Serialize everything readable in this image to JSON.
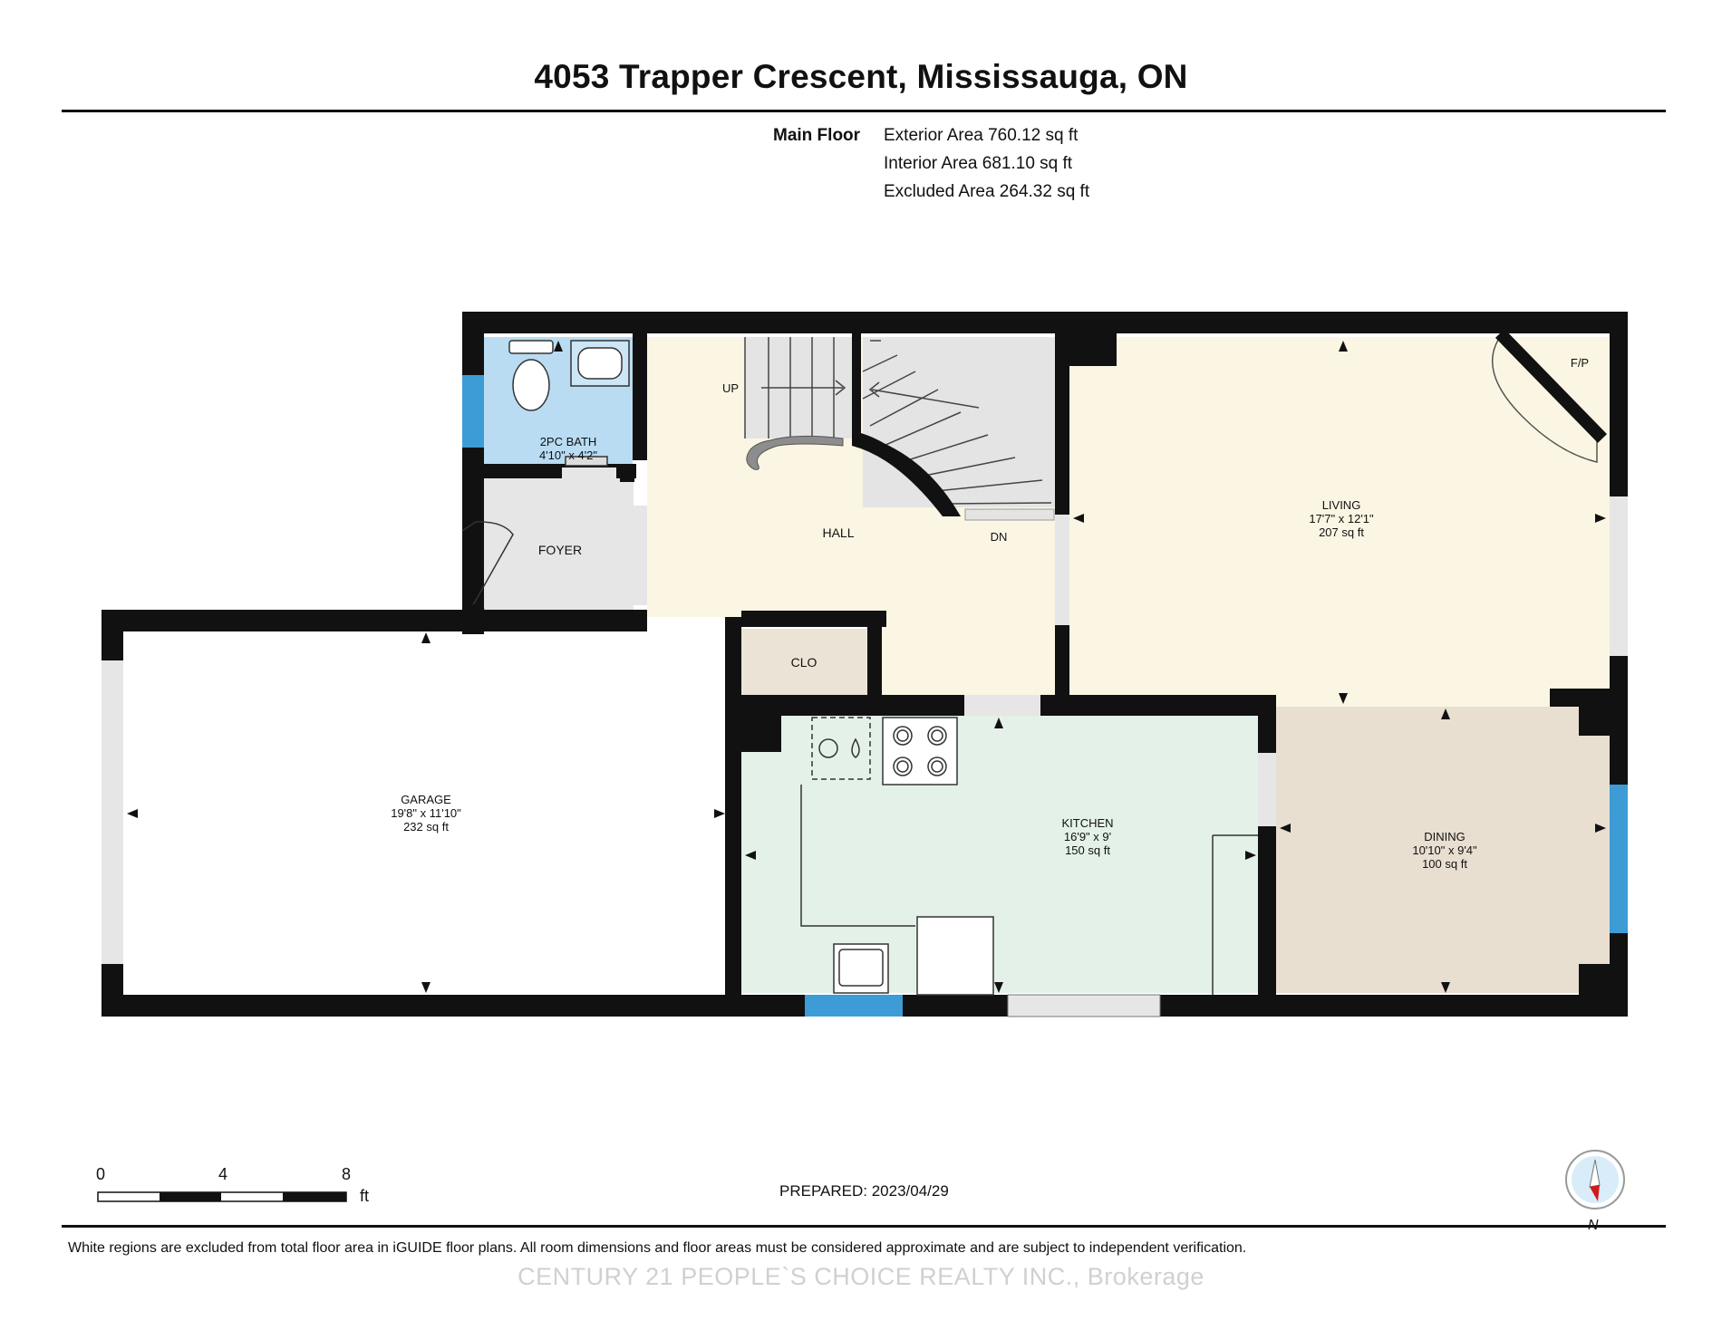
{
  "title": "4053 Trapper Crescent, Mississauga, ON",
  "floor": {
    "label": "Main Floor",
    "exterior_area": "Exterior Area 760.12 sq ft",
    "interior_area": "Interior Area 681.10 sq ft",
    "excluded_area": "Excluded Area 264.32 sq ft"
  },
  "rooms": {
    "bath": {
      "name": "2PC BATH",
      "dims": "4'10\" x 4'2\""
    },
    "foyer": {
      "name": "FOYER"
    },
    "hall": {
      "name": "HALL"
    },
    "up": "UP",
    "dn": "DN",
    "clo": {
      "name": "CLO"
    },
    "living": {
      "name": "LIVING",
      "dims": "17'7\" x 12'1\"",
      "area": "207 sq ft"
    },
    "fp": "F/P",
    "garage": {
      "name": "GARAGE",
      "dims": "19'8\" x 11'10\"",
      "area": "232 sq ft"
    },
    "kitchen": {
      "name": "KITCHEN",
      "dims": "16'9\" x 9'",
      "area": "150 sq ft"
    },
    "dining": {
      "name": "DINING",
      "dims": "10'10\" x 9'4\"",
      "area": "100 sq ft"
    }
  },
  "scale": {
    "ticks": [
      "0",
      "4",
      "8"
    ],
    "unit": "ft"
  },
  "prepared": "PREPARED: 2023/04/29",
  "footer": "White regions are excluded from total floor area in iGUIDE floor plans. All room dimensions and floor areas must be considered approximate and are subject to independent verification.",
  "watermark": "CENTURY 21 PEOPLE`S CHOICE REALTY INC., Brokerage",
  "compass": {
    "label": "N",
    "needle_color": "#d11a1a"
  },
  "colors": {
    "bath": "#b9dcf3",
    "hall": "#fbf6e3",
    "foyer": "#e6e6e6",
    "closet": "#ebe3d5",
    "kitchen": "#e4f1e8",
    "dining": "#e8dfd1",
    "window": "#3d9bd6"
  }
}
